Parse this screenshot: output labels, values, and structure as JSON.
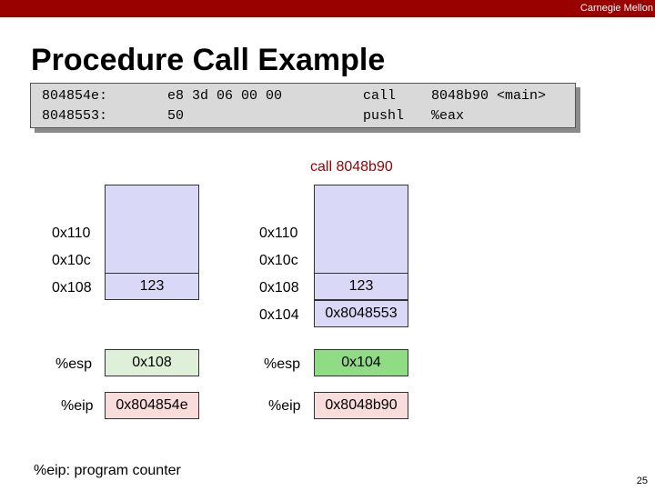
{
  "header": {
    "brand": "Carnegie Mellon"
  },
  "slide": {
    "title": "Procedure Call Example"
  },
  "code": {
    "rows": [
      {
        "addr": "804854e:",
        "bytes": "e8 3d 06 00 00",
        "op": "call",
        "arg": "8048b90 <main>"
      },
      {
        "addr": "8048553:",
        "bytes": "50",
        "op": "pushl",
        "arg": "%eax"
      }
    ]
  },
  "call_note": "call 8048b90",
  "before": {
    "stack_labels": [
      "0x110",
      "0x10c",
      "0x108"
    ],
    "stack_value": "123",
    "esp_label": "%esp",
    "esp_value": "0x108",
    "eip_label": "%eip",
    "eip_value": "0x804854e"
  },
  "after": {
    "stack_labels": [
      "0x110",
      "0x10c",
      "0x108",
      "0x104"
    ],
    "stack_values": [
      "123",
      "0x8048553"
    ],
    "esp_label": "%esp",
    "esp_value": "0x104",
    "eip_label": "%eip",
    "eip_value": "0x8048b90"
  },
  "footnote": "%eip: program counter",
  "page_number": "25",
  "colors": {
    "topbar": "#990000",
    "stack_fill": "#d9d9f7",
    "esp_before": "#dff0d8",
    "esp_after": "#8fdc85",
    "eip_fill": "#f9dcdc",
    "call_note": "#990000"
  }
}
